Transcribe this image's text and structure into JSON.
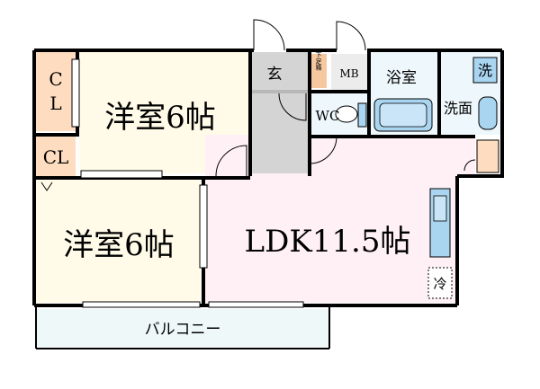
{
  "rooms": {
    "western_room_upper": "洋室6帖",
    "western_room_lower": "洋室6帖",
    "ldk": "LDK11.5帖",
    "closet_upper_line1": "C",
    "closet_upper_line2": "L",
    "closet_lower": "CL",
    "entrance": "玄",
    "shoe_box": "下足箱",
    "meter_box": "MB",
    "toilet": "WC",
    "bathroom": "浴室",
    "washroom": "洗面",
    "washing_machine": "洗",
    "refrigerator": "冷",
    "balcony": "バルコニー"
  },
  "colors": {
    "wall": "#000000",
    "western_room_fill": "#fffbe8",
    "ldk_fill": "#fef0f4",
    "closet_fill": "#fddcbf",
    "entrance_fill": "#d0d0d0",
    "wet_area_fill": "#eef8fc",
    "fixture_fill": "#a9d5f0",
    "balcony_fill": "#eef8f8",
    "shoe_box_fill": "#f5c8a0"
  }
}
